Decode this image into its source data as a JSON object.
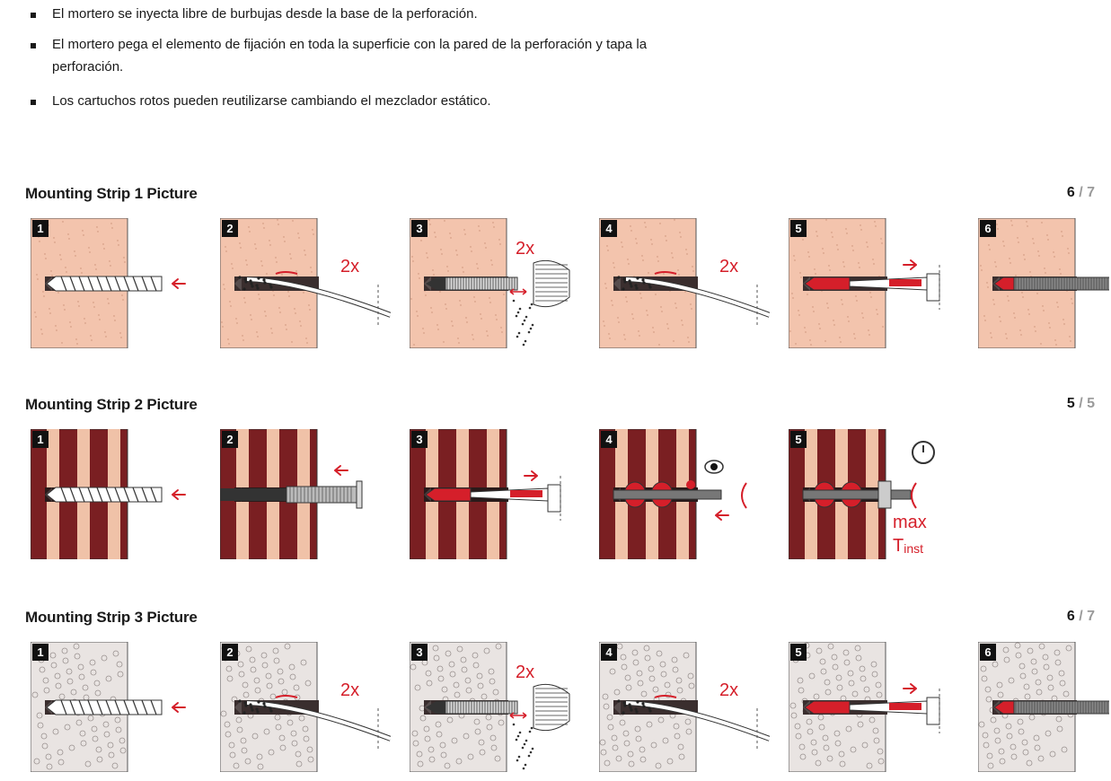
{
  "bullets": [
    "El mortero se inyecta libre de burbujas desde la base de la perforación.",
    "El mortero pega el elemento de fijación en toda la superficie con la pared de la perforación y tapa la perforación.",
    "Los cartuchos rotos pueden reutilizarse cambiando el mezclador estático."
  ],
  "strips": [
    {
      "title": "Mounting Strip 1 Picture",
      "current": "6",
      "separator": "/",
      "total": "7",
      "material": "solid",
      "steps": [
        {
          "number": "1",
          "icon": "drill-bit-icon",
          "label": ""
        },
        {
          "number": "2",
          "icon": "blow-pump-icon",
          "label": "2x"
        },
        {
          "number": "3",
          "icon": "brush-icon",
          "label": "2x"
        },
        {
          "number": "4",
          "icon": "blow-pump-icon",
          "label": "2x"
        },
        {
          "number": "5",
          "icon": "mortar-inject-icon",
          "label": ""
        },
        {
          "number": "6",
          "icon": "threaded-rod-icon",
          "label": ""
        }
      ]
    },
    {
      "title": "Mounting Strip 2 Picture",
      "current": "5",
      "separator": "/",
      "total": "5",
      "material": "perforated-brick",
      "steps": [
        {
          "number": "1",
          "icon": "drill-bit-icon",
          "label": ""
        },
        {
          "number": "2",
          "icon": "sieve-sleeve-icon",
          "label": ""
        },
        {
          "number": "3",
          "icon": "mortar-inject-icon",
          "label": ""
        },
        {
          "number": "4",
          "icon": "eye-icon",
          "label": ""
        },
        {
          "number": "5",
          "icon": "stopwatch-icon",
          "label": "max",
          "sub": "T",
          "subscript": "inst"
        }
      ]
    },
    {
      "title": "Mounting Strip 3 Picture",
      "current": "6",
      "separator": "/",
      "total": "7",
      "material": "aerated",
      "steps": [
        {
          "number": "1",
          "icon": "drill-bit-icon",
          "label": ""
        },
        {
          "number": "2",
          "icon": "blow-pump-icon",
          "label": "2x"
        },
        {
          "number": "3",
          "icon": "brush-icon",
          "label": "2x"
        },
        {
          "number": "4",
          "icon": "blow-pump-icon",
          "label": "2x"
        },
        {
          "number": "5",
          "icon": "mortar-inject-icon",
          "label": ""
        },
        {
          "number": "6",
          "icon": "threaded-rod-icon",
          "label": ""
        }
      ]
    }
  ],
  "colors": {
    "accent_red": "#d51f2a",
    "solid_fill": "#f3c4ad",
    "brick_fill": "#7a1f22",
    "aerated_fill": "#e9e4e2",
    "text": "#1a1a1a",
    "muted": "#9a9a9a"
  }
}
